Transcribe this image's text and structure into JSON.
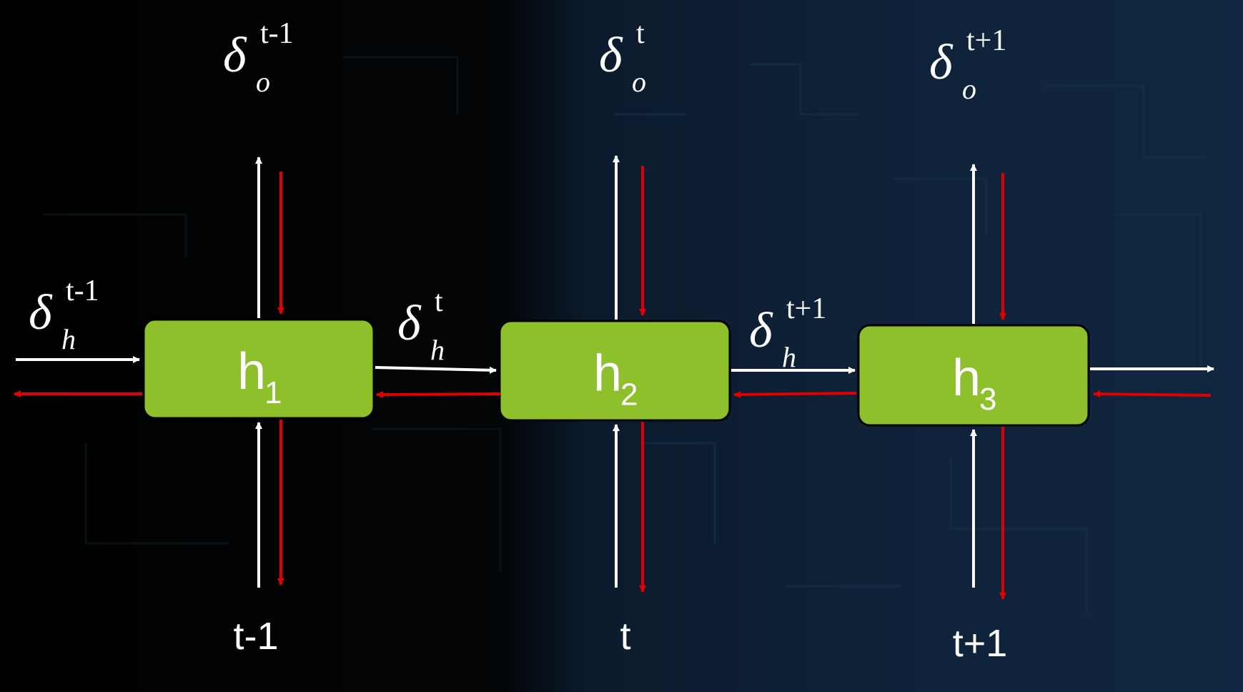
{
  "colors": {
    "box": "#8dc02a",
    "forward": "#ffffff",
    "backward": "#e00000",
    "text": "#ffffff"
  },
  "nodes": [
    {
      "label": "h",
      "sub": "1"
    },
    {
      "label": "h",
      "sub": "2"
    },
    {
      "label": "h",
      "sub": "3"
    }
  ],
  "timesteps": [
    "t-1",
    "t",
    "t+1"
  ],
  "output_deltas": [
    {
      "symbol": "δ",
      "sub": "o",
      "sup": "t-1"
    },
    {
      "symbol": "δ",
      "sub": "o",
      "sup": "t"
    },
    {
      "symbol": "δ",
      "sub": "o",
      "sup": "t+1"
    }
  ],
  "hidden_deltas": [
    {
      "symbol": "δ",
      "sub": "h",
      "sup": "t-1"
    },
    {
      "symbol": "δ",
      "sub": "h",
      "sup": "t"
    },
    {
      "symbol": "δ",
      "sub": "h",
      "sup": "t+1"
    }
  ]
}
